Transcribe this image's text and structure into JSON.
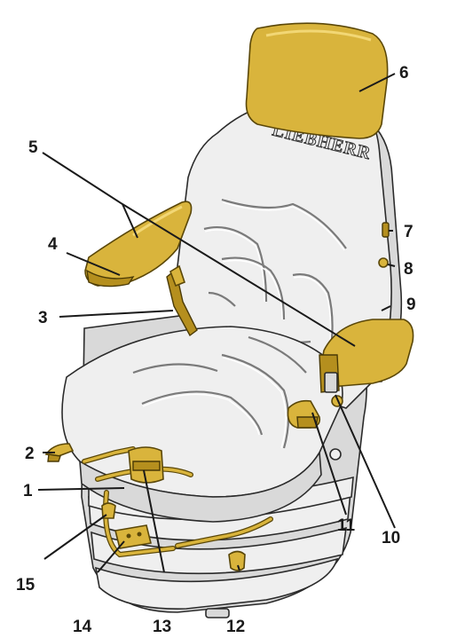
{
  "brand_text": "LIEBHERR",
  "callouts": [
    {
      "id": "1",
      "label": "1"
    },
    {
      "id": "2",
      "label": "2"
    },
    {
      "id": "3",
      "label": "3"
    },
    {
      "id": "4",
      "label": "4"
    },
    {
      "id": "5",
      "label": "5"
    },
    {
      "id": "6",
      "label": "6"
    },
    {
      "id": "7",
      "label": "7"
    },
    {
      "id": "8",
      "label": "8"
    },
    {
      "id": "9",
      "label": "9"
    },
    {
      "id": "10",
      "label": "10"
    },
    {
      "id": "11",
      "label": "11"
    },
    {
      "id": "12",
      "label": "12"
    },
    {
      "id": "13",
      "label": "13"
    },
    {
      "id": "14",
      "label": "14"
    },
    {
      "id": "15",
      "label": "15"
    }
  ],
  "colors": {
    "upholstery": "#efefef",
    "component_highlight": "#d9b43c",
    "outline": "#2b2b2b",
    "label": "#1a1a1a"
  }
}
